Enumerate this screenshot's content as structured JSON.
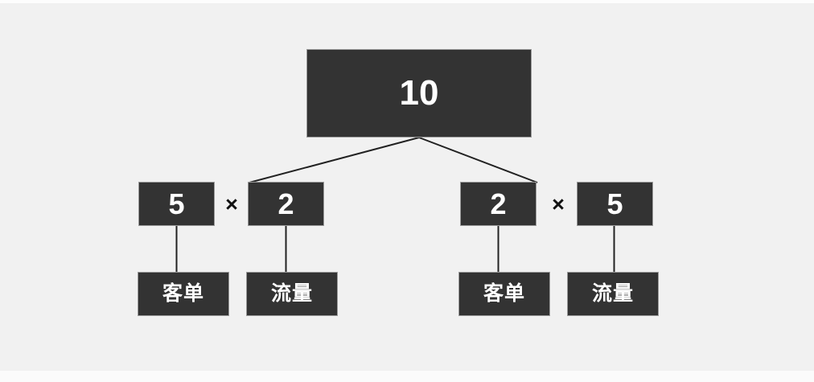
{
  "diagram": {
    "title_node": {
      "value": "10"
    },
    "background_color": "#f1f1f1",
    "node_fill_color": "#333333",
    "node_text_color": "#ffffff",
    "edge_color": "#222222",
    "operator": "×",
    "branches": [
      {
        "side": "left",
        "factors": [
          {
            "value": "5",
            "label": "客单"
          },
          {
            "value": "2",
            "label": "流量"
          }
        ]
      },
      {
        "side": "right",
        "factors": [
          {
            "value": "2",
            "label": "客单"
          },
          {
            "value": "5",
            "label": "流量"
          }
        ]
      }
    ]
  }
}
